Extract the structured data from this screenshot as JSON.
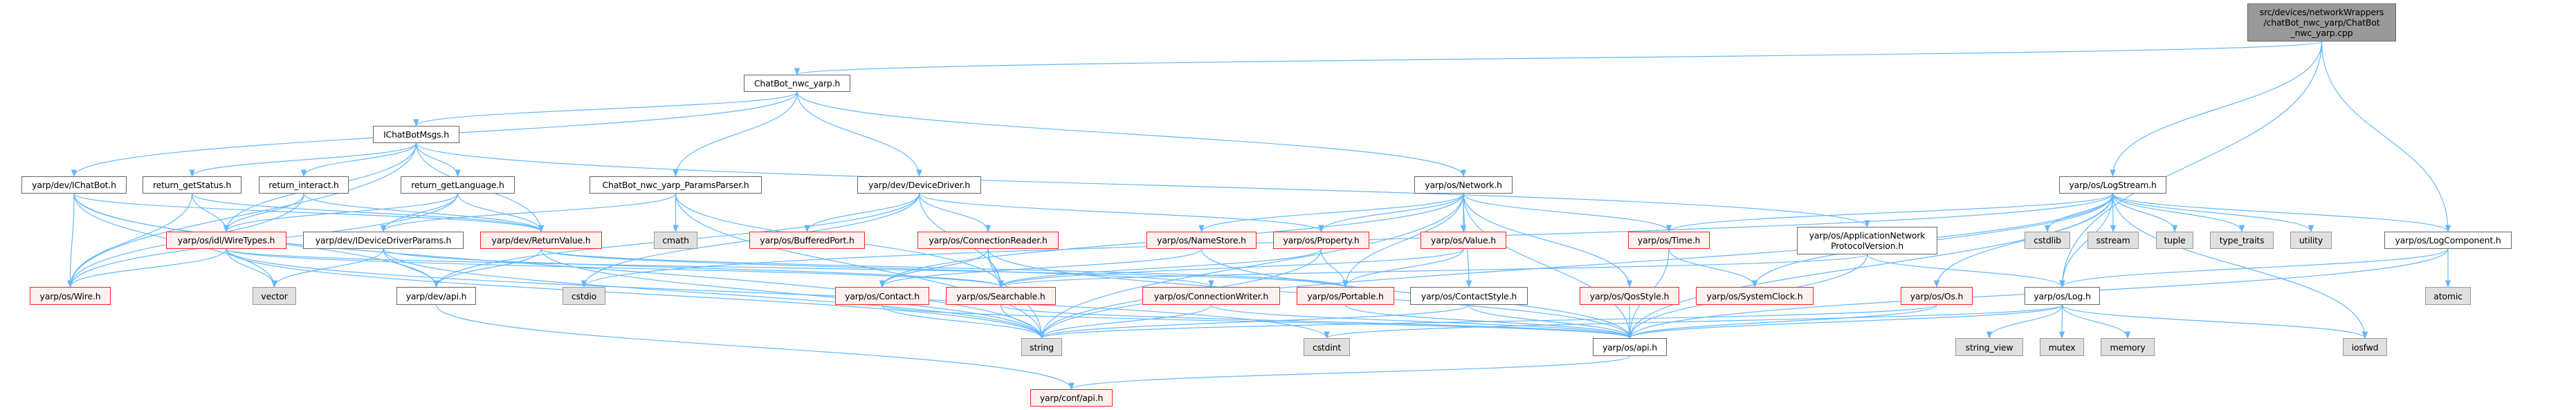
{
  "colors": {
    "edge": "#63b8ff",
    "red_border": "#ff2020",
    "red_fill": "#fff0f0",
    "sys_fill": "#e0e0e0",
    "root_fill": "#999999"
  },
  "nodes": {
    "src": {
      "label": "src/devices/networkWrappers\n/chatBot_nwc_yarp/ChatBot\n_nwc_yarp.cpp",
      "kind": "root"
    },
    "chatbot_h": {
      "label": "ChatBot_nwc_yarp.h",
      "kind": "normal"
    },
    "ichatbotmsgs": {
      "label": "IChatBotMsgs.h",
      "kind": "normal"
    },
    "ichatbot": {
      "label": "yarp/dev/IChatBot.h",
      "kind": "normal"
    },
    "ret_status": {
      "label": "return_getStatus.h",
      "kind": "normal"
    },
    "ret_interact": {
      "label": "return_interact.h",
      "kind": "normal"
    },
    "ret_lang": {
      "label": "return_getLanguage.h",
      "kind": "normal"
    },
    "paramsparser": {
      "label": "ChatBot_nwc_yarp_ParamsParser.h",
      "kind": "normal"
    },
    "devicedriver": {
      "label": "yarp/dev/DeviceDriver.h",
      "kind": "normal"
    },
    "network": {
      "label": "yarp/os/Network.h",
      "kind": "normal"
    },
    "logstream": {
      "label": "yarp/os/LogStream.h",
      "kind": "normal"
    },
    "wiretypes": {
      "label": "yarp/os/idl/WireTypes.h",
      "kind": "red"
    },
    "ideviceparams": {
      "label": "yarp/dev/IDeviceDriverParams.h",
      "kind": "normal"
    },
    "returnvalue": {
      "label": "yarp/dev/ReturnValue.h",
      "kind": "red"
    },
    "cmath": {
      "label": "cmath",
      "kind": "sys"
    },
    "bufferedport": {
      "label": "yarp/os/BufferedPort.h",
      "kind": "red"
    },
    "connreader": {
      "label": "yarp/os/ConnectionReader.h",
      "kind": "red"
    },
    "namestore": {
      "label": "yarp/os/NameStore.h",
      "kind": "red"
    },
    "property": {
      "label": "yarp/os/Property.h",
      "kind": "red"
    },
    "value": {
      "label": "yarp/os/Value.h",
      "kind": "red"
    },
    "time": {
      "label": "yarp/os/Time.h",
      "kind": "red"
    },
    "appnet": {
      "label": "yarp/os/ApplicationNetwork\nProtocolVersion.h",
      "kind": "normal"
    },
    "cstdlib": {
      "label": "cstdlib",
      "kind": "sys"
    },
    "sstream": {
      "label": "sstream",
      "kind": "sys"
    },
    "tuple": {
      "label": "tuple",
      "kind": "sys"
    },
    "type_traits": {
      "label": "type_traits",
      "kind": "sys"
    },
    "utility": {
      "label": "utility",
      "kind": "sys"
    },
    "logcomponent": {
      "label": "yarp/os/LogComponent.h",
      "kind": "normal"
    },
    "wire": {
      "label": "yarp/os/Wire.h",
      "kind": "red"
    },
    "vector": {
      "label": "vector",
      "kind": "sys"
    },
    "devapi": {
      "label": "yarp/dev/api.h",
      "kind": "normal"
    },
    "cstdio": {
      "label": "cstdio",
      "kind": "sys"
    },
    "contact": {
      "label": "yarp/os/Contact.h",
      "kind": "red"
    },
    "searchable": {
      "label": "yarp/os/Searchable.h",
      "kind": "red"
    },
    "connwriter": {
      "label": "yarp/os/ConnectionWriter.h",
      "kind": "red"
    },
    "portable": {
      "label": "yarp/os/Portable.h",
      "kind": "red"
    },
    "contactstyle": {
      "label": "yarp/os/ContactStyle.h",
      "kind": "normal"
    },
    "qosstyle": {
      "label": "yarp/os/QosStyle.h",
      "kind": "red"
    },
    "systemclock": {
      "label": "yarp/os/SystemClock.h",
      "kind": "red"
    },
    "os_h": {
      "label": "yarp/os/Os.h",
      "kind": "red"
    },
    "log": {
      "label": "yarp/os/Log.h",
      "kind": "normal"
    },
    "atomic": {
      "label": "atomic",
      "kind": "sys"
    },
    "string": {
      "label": "string",
      "kind": "sys"
    },
    "cstdint": {
      "label": "cstdint",
      "kind": "sys"
    },
    "osapi": {
      "label": "yarp/os/api.h",
      "kind": "normal"
    },
    "string_view": {
      "label": "string_view",
      "kind": "sys"
    },
    "mutex": {
      "label": "mutex",
      "kind": "sys"
    },
    "memory": {
      "label": "memory",
      "kind": "sys"
    },
    "iosfwd": {
      "label": "iosfwd",
      "kind": "sys"
    },
    "confapi": {
      "label": "yarp/conf/api.h",
      "kind": "red"
    }
  },
  "edges": [
    [
      "src",
      "chatbot_h"
    ],
    [
      "src",
      "logstream"
    ],
    [
      "src",
      "logcomponent"
    ],
    [
      "src",
      "log"
    ],
    [
      "chatbot_h",
      "ichatbotmsgs"
    ],
    [
      "chatbot_h",
      "ichatbot"
    ],
    [
      "chatbot_h",
      "paramsparser"
    ],
    [
      "chatbot_h",
      "devicedriver"
    ],
    [
      "chatbot_h",
      "network"
    ],
    [
      "ichatbotmsgs",
      "ret_status"
    ],
    [
      "ichatbotmsgs",
      "ret_interact"
    ],
    [
      "ichatbotmsgs",
      "ret_lang"
    ],
    [
      "ichatbotmsgs",
      "wiretypes"
    ],
    [
      "ichatbotmsgs",
      "wire"
    ],
    [
      "ichatbotmsgs",
      "returnvalue"
    ],
    [
      "ichatbotmsgs",
      "appnet"
    ],
    [
      "ichatbot",
      "wire"
    ],
    [
      "ichatbot",
      "vector"
    ],
    [
      "ichatbot",
      "string"
    ],
    [
      "ichatbot",
      "devapi"
    ],
    [
      "ichatbot",
      "returnvalue"
    ],
    [
      "ret_status",
      "wire"
    ],
    [
      "ret_status",
      "wiretypes"
    ],
    [
      "ret_status",
      "returnvalue"
    ],
    [
      "ret_interact",
      "wire"
    ],
    [
      "ret_interact",
      "wiretypes"
    ],
    [
      "ret_interact",
      "returnvalue"
    ],
    [
      "ret_lang",
      "wire"
    ],
    [
      "ret_lang",
      "wiretypes"
    ],
    [
      "ret_lang",
      "returnvalue"
    ],
    [
      "ret_lang",
      "ideviceparams"
    ],
    [
      "wiretypes",
      "wire"
    ],
    [
      "wiretypes",
      "vector"
    ],
    [
      "wiretypes",
      "string"
    ],
    [
      "wiretypes",
      "cstdint"
    ],
    [
      "wiretypes",
      "searchable"
    ],
    [
      "wiretypes",
      "portable"
    ],
    [
      "paramsparser",
      "ideviceparams"
    ],
    [
      "paramsparser",
      "cmath"
    ],
    [
      "paramsparser",
      "string"
    ],
    [
      "paramsparser",
      "searchable"
    ],
    [
      "ideviceparams",
      "vector"
    ],
    [
      "ideviceparams",
      "devapi"
    ],
    [
      "ideviceparams",
      "string"
    ],
    [
      "ideviceparams",
      "searchable"
    ],
    [
      "devicedriver",
      "bufferedport"
    ],
    [
      "devicedriver",
      "connreader"
    ],
    [
      "devicedriver",
      "searchable"
    ],
    [
      "devicedriver",
      "cstdio"
    ],
    [
      "devicedriver",
      "devapi"
    ],
    [
      "devicedriver",
      "property"
    ],
    [
      "returnvalue",
      "devapi"
    ],
    [
      "returnvalue",
      "string"
    ],
    [
      "returnvalue",
      "portable"
    ],
    [
      "returnvalue",
      "connwriter"
    ],
    [
      "devapi",
      "confapi"
    ],
    [
      "network",
      "namestore"
    ],
    [
      "network",
      "property"
    ],
    [
      "network",
      "value"
    ],
    [
      "network",
      "time"
    ],
    [
      "network",
      "contactstyle"
    ],
    [
      "network",
      "qosstyle"
    ],
    [
      "network",
      "contact"
    ],
    [
      "network",
      "portable"
    ],
    [
      "network",
      "osapi"
    ],
    [
      "network",
      "string"
    ],
    [
      "connreader",
      "contact"
    ],
    [
      "connreader",
      "searchable"
    ],
    [
      "connreader",
      "osapi"
    ],
    [
      "connreader",
      "string"
    ],
    [
      "contact",
      "string"
    ],
    [
      "contact",
      "osapi"
    ],
    [
      "searchable",
      "string"
    ],
    [
      "searchable",
      "osapi"
    ],
    [
      "namestore",
      "contact"
    ],
    [
      "namestore",
      "osapi"
    ],
    [
      "property",
      "searchable"
    ],
    [
      "property",
      "portable"
    ],
    [
      "property",
      "string"
    ],
    [
      "value",
      "portable"
    ],
    [
      "value",
      "searchable"
    ],
    [
      "connwriter",
      "string"
    ],
    [
      "connwriter",
      "osapi"
    ],
    [
      "portable",
      "osapi"
    ],
    [
      "contactstyle",
      "osapi"
    ],
    [
      "contactstyle",
      "string"
    ],
    [
      "time",
      "systemclock"
    ],
    [
      "time",
      "osapi"
    ],
    [
      "qosstyle",
      "osapi"
    ],
    [
      "appnet",
      "log"
    ],
    [
      "appnet",
      "osapi"
    ],
    [
      "appnet",
      "searchable"
    ],
    [
      "os_h",
      "osapi"
    ],
    [
      "os_h",
      "string"
    ],
    [
      "osapi",
      "confapi"
    ],
    [
      "logstream",
      "cstdlib"
    ],
    [
      "logstream",
      "sstream"
    ],
    [
      "logstream",
      "tuple"
    ],
    [
      "logstream",
      "type_traits"
    ],
    [
      "logstream",
      "utility"
    ],
    [
      "logstream",
      "logcomponent"
    ],
    [
      "logstream",
      "log"
    ],
    [
      "logstream",
      "iosfwd"
    ],
    [
      "logstream",
      "osapi"
    ],
    [
      "logstream",
      "os_h"
    ],
    [
      "logstream",
      "time"
    ],
    [
      "logstream",
      "systemclock"
    ],
    [
      "logstream",
      "string"
    ],
    [
      "logstream",
      "cstdio"
    ],
    [
      "logcomponent",
      "log"
    ],
    [
      "logcomponent",
      "atomic"
    ],
    [
      "logcomponent",
      "osapi"
    ],
    [
      "log",
      "string_view"
    ],
    [
      "log",
      "mutex"
    ],
    [
      "log",
      "memory"
    ],
    [
      "log",
      "iosfwd"
    ],
    [
      "log",
      "osapi"
    ],
    [
      "log",
      "cstdint"
    ]
  ]
}
